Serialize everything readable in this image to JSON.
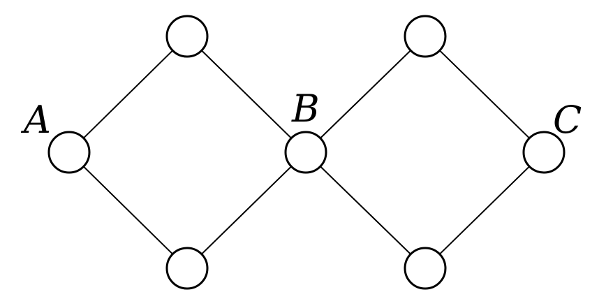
{
  "diagram": {
    "nodes": [
      {
        "id": "A",
        "label": "A"
      },
      {
        "id": "top-left",
        "label": ""
      },
      {
        "id": "bottom-left",
        "label": ""
      },
      {
        "id": "B",
        "label": "B"
      },
      {
        "id": "top-right",
        "label": ""
      },
      {
        "id": "bottom-right",
        "label": ""
      },
      {
        "id": "C",
        "label": "C"
      }
    ],
    "edges": [
      [
        "A",
        "top-left"
      ],
      [
        "A",
        "bottom-left"
      ],
      [
        "top-left",
        "B"
      ],
      [
        "bottom-left",
        "B"
      ],
      [
        "B",
        "top-right"
      ],
      [
        "B",
        "bottom-right"
      ],
      [
        "top-right",
        "C"
      ],
      [
        "bottom-right",
        "C"
      ]
    ]
  }
}
